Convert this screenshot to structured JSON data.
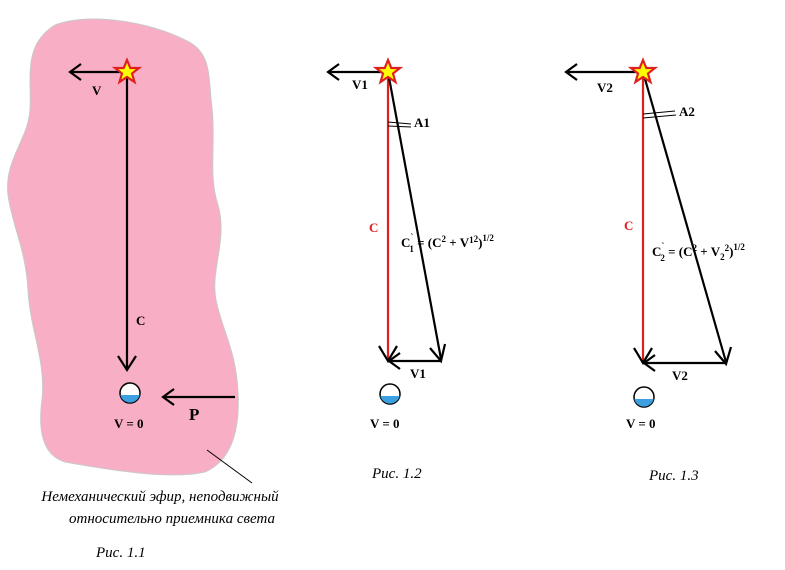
{
  "colors": {
    "ether_fill": "#f8aec4",
    "c_vector": "#e02020",
    "star_fill": "#ffff00",
    "star_stroke": "#e02020",
    "receiver_water": "#3b9fe0"
  },
  "fig1": {
    "label_v": "V",
    "label_c": "C",
    "label_p": "P",
    "label_v0": "V = 0",
    "note_line1": "Немеханический эфир, неподвижный",
    "note_line2": "относительно приемника света",
    "caption": "Рис. 1.1"
  },
  "fig2": {
    "label_v_top": "V1",
    "label_a": "A1",
    "label_c": "C",
    "formula_base": "C",
    "formula_mark": "`",
    "formula_sub": "1",
    "formula_eq": " = (C",
    "formula_p1": "2",
    "formula_plus": " + V",
    "formula_vsub": "1",
    "formula_p2": "2",
    "formula_close": ")",
    "formula_exp": "1/2",
    "label_v_bottom": "V1",
    "label_v0": "V = 0",
    "caption": "Рис. 1.2"
  },
  "fig3": {
    "label_v_top": "V2",
    "label_a": "A2",
    "label_c": "C",
    "formula_base": "C",
    "formula_mark": "`",
    "formula_sub": "2",
    "formula_eq": " = (C",
    "formula_p1": "2",
    "formula_plus": " + V",
    "formula_vsub": "2",
    "formula_p2": "2",
    "formula_close": ")",
    "formula_exp": "1/2",
    "label_v_bottom": "V2",
    "label_v0": "V = 0",
    "caption": "Рис. 1.3"
  }
}
